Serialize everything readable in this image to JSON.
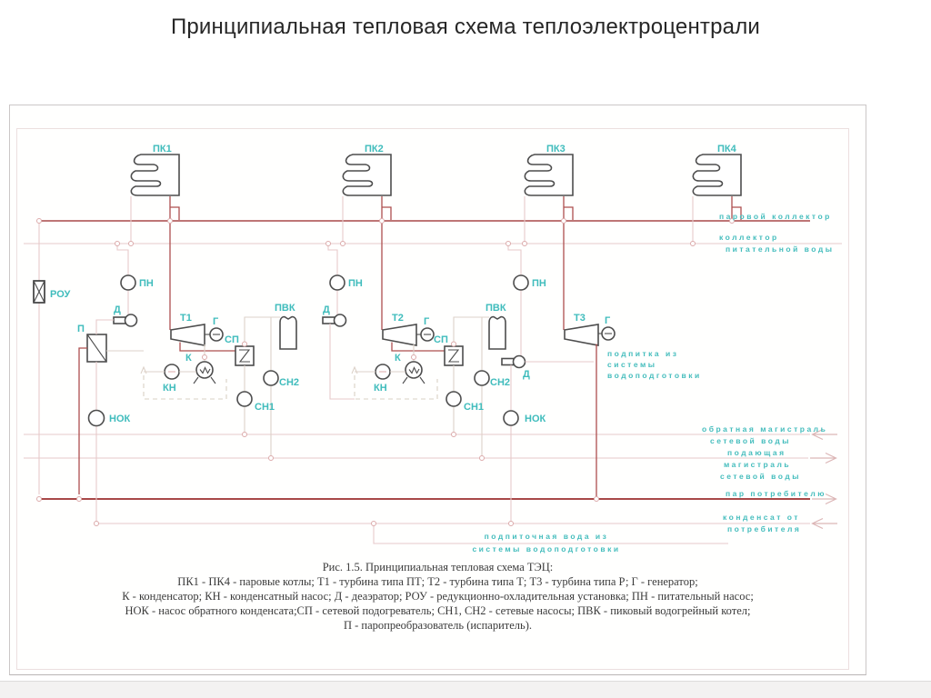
{
  "page": {
    "title": "Принципиальная тепловая схема теплоэлектроцентрали"
  },
  "labels": {
    "pk1": "ПК1",
    "pk2": "ПК2",
    "pk3": "ПК3",
    "pk4": "ПК4",
    "t1": "Т1",
    "t2": "Т2",
    "t3": "Т3",
    "g": "Г",
    "sp": "СП",
    "k": "К",
    "kn": "КН",
    "sn1": "СН1",
    "sn2": "СН2",
    "pvk": "ПВК",
    "pn": "ПН",
    "d": "Д",
    "nok": "НОК",
    "p": "П",
    "rou": "РОУ"
  },
  "pipelines": {
    "steam_collector": "паровой коллектор",
    "feed_collector_1": "коллектор",
    "feed_collector_2": "питательной воды",
    "makeup_deaerator_1": "подпитка из",
    "makeup_deaerator_2": "системы",
    "makeup_deaerator_3": "водоподготовки",
    "return_main_1": "обратная магистраль",
    "return_main_2": "сетевой воды",
    "supply_main_1": "подающая",
    "supply_main_2": "магистраль",
    "supply_main_3": "сетевой воды",
    "steam_to_consumer": "пар потребителю",
    "condensate_1": "конденсат от",
    "condensate_2": "потребителя",
    "makeup_water_1": "подпиточная вода из",
    "makeup_water_2": "системы водоподготовки"
  },
  "caption": {
    "lines": [
      "Рис. 1.5. Принципиальная тепловая схема ТЭЦ:",
      "ПК1 - ПК4 - паровые котлы; Т1 - турбина типа ПТ; Т2 - турбина типа Т; Т3 - турбина типа Р; Г - генератор;",
      "К - конденсатор; КН - конденсатный насос; Д - деаэратор; РОУ - редукционно-охладительная установка; ПН - питательный насос;",
      "НОК - насос обратного конденсата;СП - сетевой подогреватель; СН1, СН2 - сетевые насосы; ПВК - пиковый водогрейный котел;",
      "П - паропреобразователь (испаритель)."
    ]
  },
  "colors": {
    "accent_teal": "#3fbcbc",
    "steam_line": "#a84848",
    "light_line": "#e7caca",
    "symbol_stroke": "#4d4d4d"
  }
}
